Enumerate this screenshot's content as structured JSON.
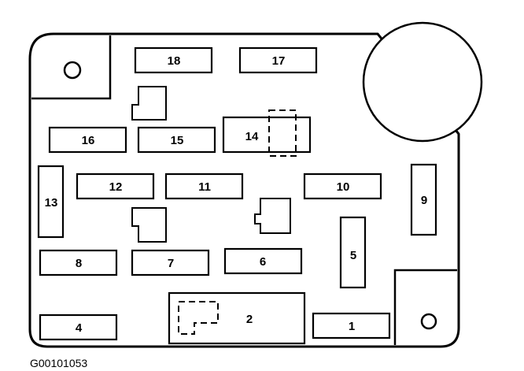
{
  "fuses": [
    {
      "id": "1",
      "label": "1"
    },
    {
      "id": "2",
      "label": "2"
    },
    {
      "id": "4",
      "label": "4"
    },
    {
      "id": "5",
      "label": "5"
    },
    {
      "id": "6",
      "label": "6"
    },
    {
      "id": "7",
      "label": "7"
    },
    {
      "id": "8",
      "label": "8"
    },
    {
      "id": "9",
      "label": "9"
    },
    {
      "id": "10",
      "label": "10"
    },
    {
      "id": "11",
      "label": "11"
    },
    {
      "id": "12",
      "label": "12"
    },
    {
      "id": "13",
      "label": "13"
    },
    {
      "id": "14",
      "label": "14"
    },
    {
      "id": "15",
      "label": "15"
    },
    {
      "id": "16",
      "label": "16"
    },
    {
      "id": "17",
      "label": "17"
    },
    {
      "id": "18",
      "label": "18"
    }
  ],
  "figure_code": "G00101053"
}
